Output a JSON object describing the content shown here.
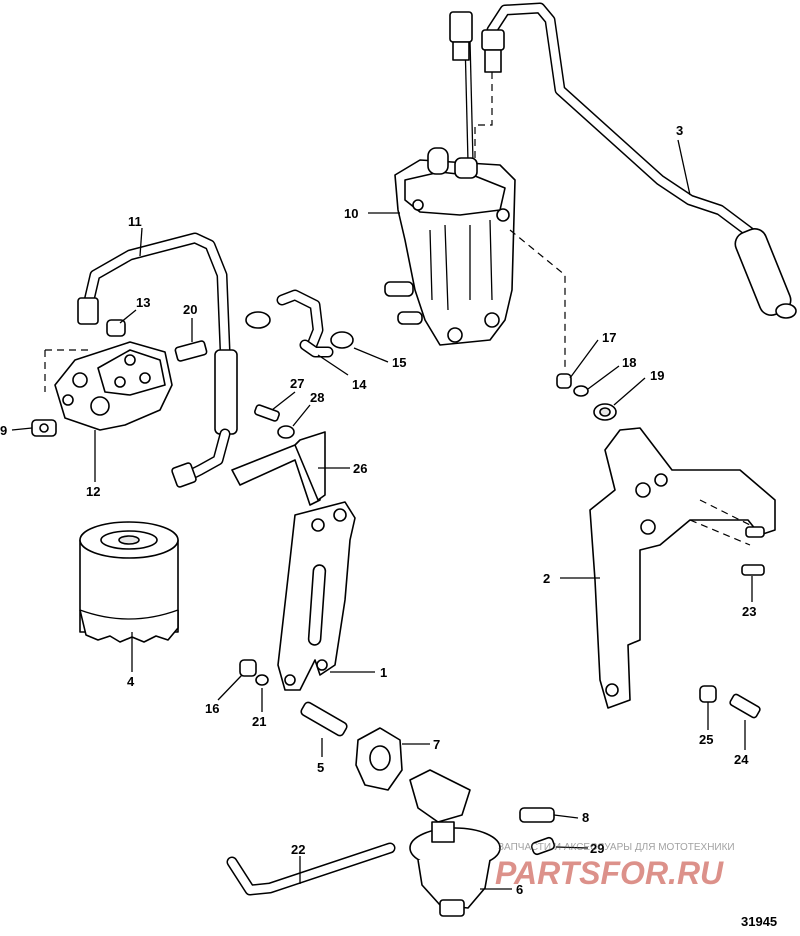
{
  "diagram": {
    "drawing_number": "31945",
    "callouts": [
      {
        "id": "c1",
        "text": "1"
      },
      {
        "id": "c2",
        "text": "2"
      },
      {
        "id": "c3",
        "text": "3"
      },
      {
        "id": "c4",
        "text": "4"
      },
      {
        "id": "c5",
        "text": "5"
      },
      {
        "id": "c6",
        "text": "6"
      },
      {
        "id": "c7",
        "text": "7"
      },
      {
        "id": "c8",
        "text": "8"
      },
      {
        "id": "c9",
        "text": "9"
      },
      {
        "id": "c10",
        "text": "10"
      },
      {
        "id": "c11",
        "text": "11"
      },
      {
        "id": "c12",
        "text": "12"
      },
      {
        "id": "c13",
        "text": "13"
      },
      {
        "id": "c14",
        "text": "14"
      },
      {
        "id": "c15",
        "text": "15"
      },
      {
        "id": "c16",
        "text": "16"
      },
      {
        "id": "c17",
        "text": "17"
      },
      {
        "id": "c18",
        "text": "18"
      },
      {
        "id": "c19",
        "text": "19"
      },
      {
        "id": "c20",
        "text": "20"
      },
      {
        "id": "c21",
        "text": "21"
      },
      {
        "id": "c22",
        "text": "22"
      },
      {
        "id": "c23",
        "text": "23"
      },
      {
        "id": "c24",
        "text": "24"
      },
      {
        "id": "c25",
        "text": "25"
      },
      {
        "id": "c26",
        "text": "26"
      },
      {
        "id": "c27",
        "text": "27"
      },
      {
        "id": "c28",
        "text": "28"
      },
      {
        "id": "c29",
        "text": "29"
      }
    ]
  },
  "watermark": {
    "tagline": "ЗАПЧАСТИ И АКСЕССУАРЫ ДЛЯ МОТОТЕХНИКИ",
    "brand": "PARTSFOR.RU"
  }
}
